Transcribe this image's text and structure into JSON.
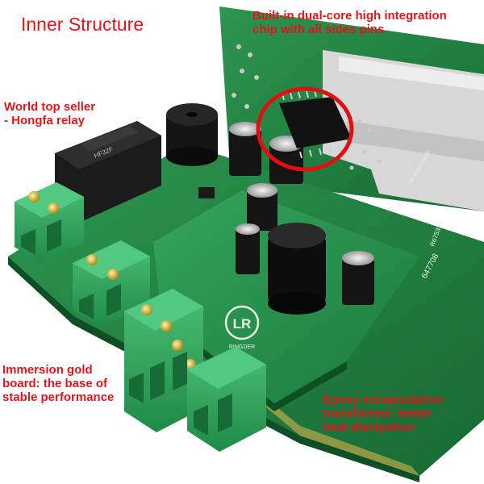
{
  "title": "Inner Structure",
  "annotations": {
    "chip": [
      "Built-in dual-core high integration",
      "chip with all sides pins"
    ],
    "relay": [
      "World top seller",
      "- Hongfa relay"
    ],
    "board": [
      "Immersion gold",
      "board: the base of",
      "stable performance"
    ],
    "transformer": [
      "Epoxy encapsulation",
      "transformer: better",
      "heat dissipation"
    ]
  },
  "board_markings": {
    "logo": "LR",
    "brand": "RINGDER",
    "serial": "647708",
    "code": "R675334",
    "revision": "RD-H0261410-02",
    "relay_model": "HF32F"
  },
  "colors": {
    "annotation": "#e0161b",
    "pcb": "#1c7a3a",
    "terminal": "#2f9e5a",
    "highlight_ring": "#e01010"
  }
}
